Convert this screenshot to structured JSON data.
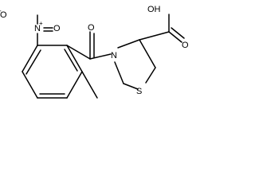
{
  "molecule": {
    "labels": {
      "nitro_o_minus": "O",
      "nitro_o_minus_charge": "-",
      "nitro_n": "N",
      "nitro_n_charge": "+",
      "nitro_o": "O",
      "carbonyl_o": "O",
      "carboxyl_oh": "OH",
      "carboxyl_o": "O",
      "ring_n": "N",
      "ring_s": "S"
    }
  }
}
